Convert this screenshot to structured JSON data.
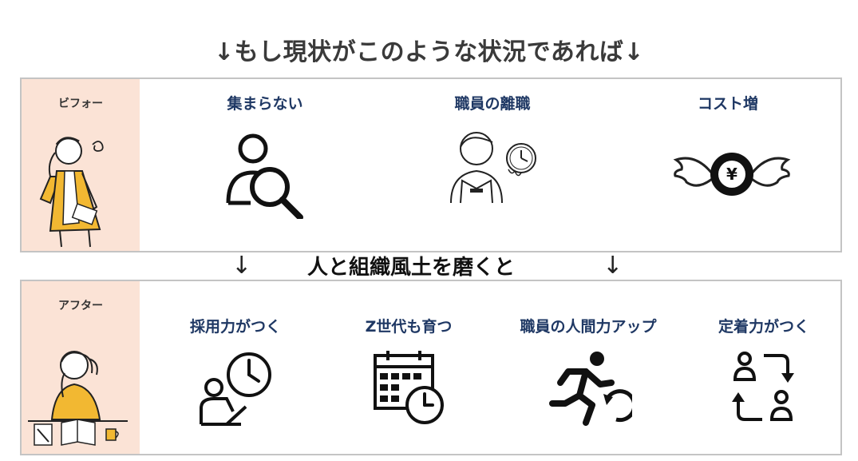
{
  "heading": "↓もし現状がこのような状況であれば↓",
  "middle": {
    "left_arrow": "↓",
    "text": "人と組織風土を磨くと",
    "right_arrow": "↓"
  },
  "before": {
    "label": "ビフォー",
    "items": [
      {
        "label": "集まらない",
        "icon": "user-search-icon"
      },
      {
        "label": "職員の離職",
        "icon": "staff-clock-icon"
      },
      {
        "label": "コスト増",
        "icon": "flying-yen-coin-icon"
      }
    ]
  },
  "after": {
    "label": "アフター",
    "items": [
      {
        "label": "採用力がつく",
        "icon": "person-laptop-clock-icon"
      },
      {
        "label": "Z世代も育つ",
        "icon": "calendar-clock-icon"
      },
      {
        "label": "職員の人間力アップ",
        "icon": "running-person-icon"
      },
      {
        "label": "定着力がつく",
        "icon": "people-exchange-icon"
      }
    ]
  },
  "colors": {
    "side_bg": "#fbe3d6",
    "label_text": "#1f3864",
    "border": "#c4c4c4",
    "accent_yellow": "#f2b832"
  }
}
